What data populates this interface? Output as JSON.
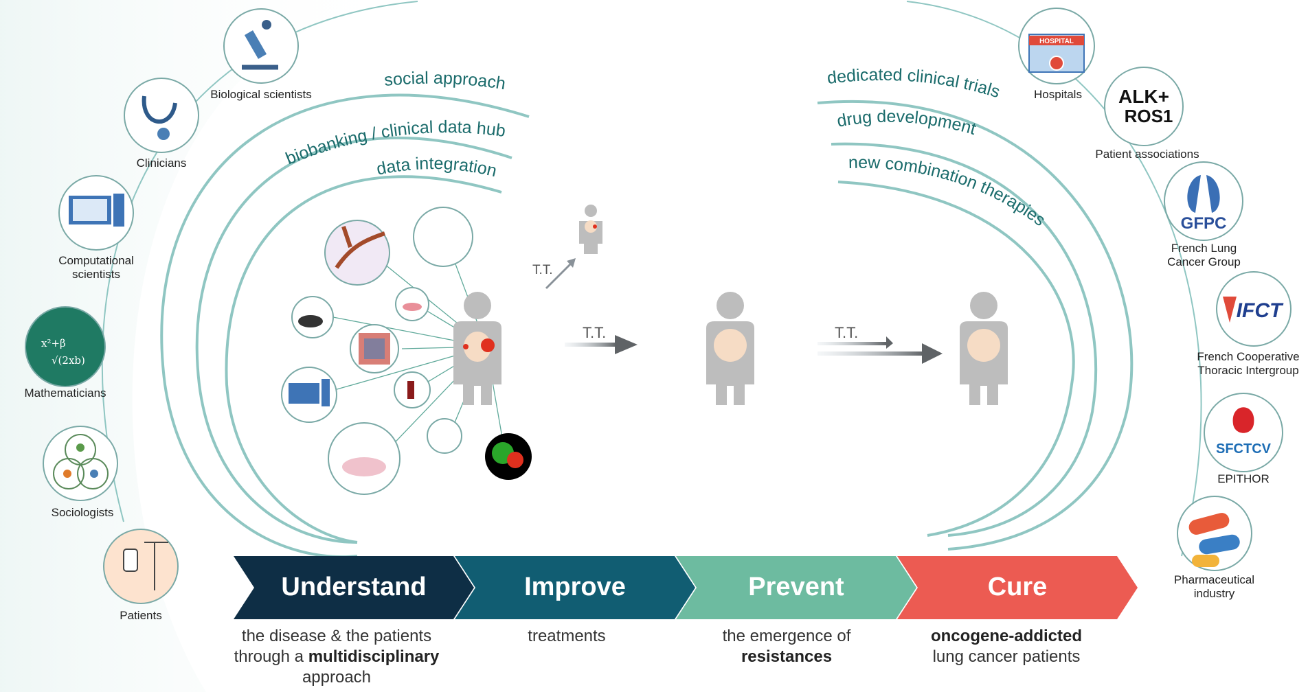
{
  "left_actors": [
    {
      "label": "Biological scientists"
    },
    {
      "label": "Clinicians"
    },
    {
      "label": "Computational\nscientists"
    },
    {
      "label": "Mathematicians"
    },
    {
      "label": "Sociologists"
    },
    {
      "label": "Patients"
    }
  ],
  "right_actors": [
    {
      "label": "Hospitals",
      "logo": "HOSPITAL"
    },
    {
      "label": "Patient associations",
      "logo_top": "ALK+",
      "logo_bottom": "ROS1"
    },
    {
      "label": "French Lung\nCancer Group",
      "logo": "GFPC"
    },
    {
      "label": "French Cooperative\nThoracic Intergroup",
      "logo": "IFCT"
    },
    {
      "label": "EPITHOR",
      "logo": "SFCTCV"
    },
    {
      "label": "Pharmaceutical\nindustry"
    }
  ],
  "left_arcs": [
    "social approach",
    "biobanking / clinical data hub",
    "data integration"
  ],
  "right_arcs": [
    "dedicated clinical trials",
    "drug development",
    "new combination therapies"
  ],
  "tt_label": "T.T.",
  "banners": [
    {
      "title": "Understand",
      "color": "#0e2e45",
      "desc_pre": "the disease & the patients\nthrough a ",
      "desc_bold": "multidisciplinary",
      "desc_post": "\napproach"
    },
    {
      "title": "Improve",
      "color": "#115d72",
      "desc_pre": "treatments",
      "desc_bold": "",
      "desc_post": ""
    },
    {
      "title": "Prevent",
      "color": "#6dbba0",
      "desc_pre": "the emergence of\n",
      "desc_bold": "resistances",
      "desc_post": ""
    },
    {
      "title": "Cure",
      "color": "#ec5b52",
      "desc_pre": "",
      "desc_bold": "oncogene-addicted",
      "desc_post": "\nlung cancer patients"
    }
  ],
  "colors": {
    "arc": "#8fc6c2",
    "arc_text": "#1a6b6b",
    "body_grey": "#bdbdbd",
    "lung": "#f6dcc5",
    "tumor": "#e0301e"
  }
}
